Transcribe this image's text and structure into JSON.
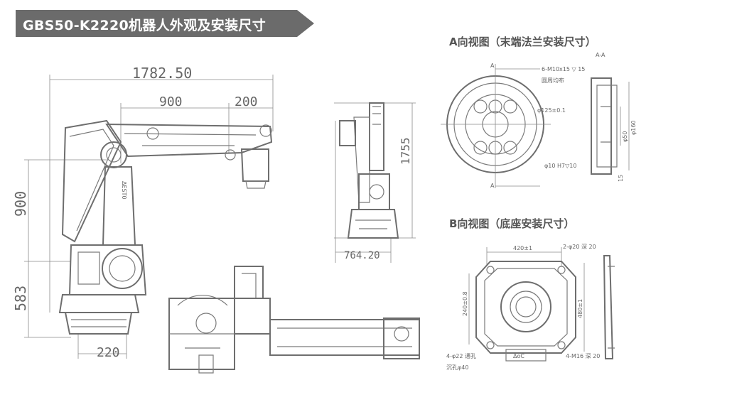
{
  "header": {
    "title": "GBS50-K2220机器人外观及安装尺寸",
    "bg_color": "#6b6b6b"
  },
  "views": {
    "a_view_title": "A向视图（末端法兰安装尺寸）",
    "a_section_label": "A-A",
    "b_view_title": "B向视图（底座安装尺寸）"
  },
  "dimensions": {
    "overall_reach": "1782.50",
    "arm_900": "900",
    "arm_200": "200",
    "height_900": "900",
    "height_583": "583",
    "base_220": "220",
    "side_height": "1755",
    "side_width": "764.20"
  },
  "flange_notes": {
    "bolt": "6-M10x15 ▽ 15",
    "uniform": "圆周均布",
    "pcd": "φ125±0.1",
    "pin": "φ10 H7▽10",
    "d160": "φ160",
    "d50": "φ50",
    "depth": "15"
  },
  "base_notes": {
    "width": "420±1",
    "holes": "2-φ20 深 20",
    "left": "240±0.8",
    "right": "480±1",
    "bottom1": "4-φ22 通孔",
    "bottom2": "沉孔φ40",
    "pin": "4-M16 深 20"
  }
}
